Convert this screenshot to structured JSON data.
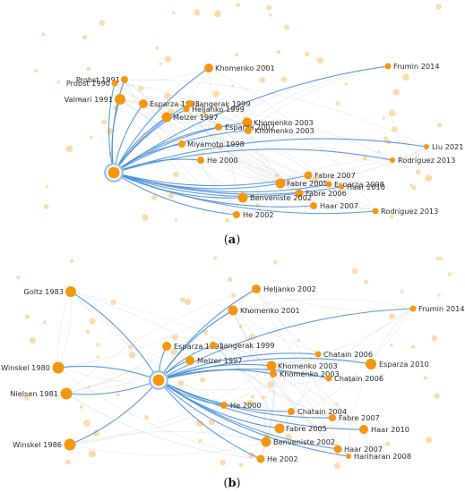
{
  "panels": [
    {
      "caption": "(a)",
      "caption_letter": "a",
      "nodes": [
        {
          "label": "Probst 1991"
        },
        {
          "label": "Probst 1990"
        },
        {
          "label": "Valmari 1991"
        },
        {
          "label": "Esparza 1993"
        },
        {
          "label": "Langerak 1999"
        },
        {
          "label": "Heljanko 1999"
        },
        {
          "label": "Melzer 1997"
        },
        {
          "label": "Khomenko 2001"
        },
        {
          "label": "Khomenko 2003"
        },
        {
          "label": "Esparza 2002"
        },
        {
          "label": "Khomenko 2003"
        },
        {
          "label": "Miyamoto 1998"
        },
        {
          "label": "He 2000"
        },
        {
          "label": "Frumin 2014"
        },
        {
          "label": "Liu 2021"
        },
        {
          "label": "Rodríguez 2013"
        },
        {
          "label": "Fabre 2007"
        },
        {
          "label": "Fabre 2005"
        },
        {
          "label": "Esparza 2008"
        },
        {
          "label": "Haar 2010"
        },
        {
          "label": "Fabre 2006"
        },
        {
          "label": "Benveniste 2002"
        },
        {
          "label": "Haar 2007"
        },
        {
          "label": "Rodríguez 2013"
        },
        {
          "label": "He 2002"
        }
      ]
    },
    {
      "caption": "(b)",
      "caption_letter": "b",
      "nodes": [
        {
          "label": "Goltz 1983"
        },
        {
          "label": "Heljanko 2002"
        },
        {
          "label": "Khomenko 2001"
        },
        {
          "label": "Frumin 2014"
        },
        {
          "label": "Esparza 1993"
        },
        {
          "label": "Langerak 1999"
        },
        {
          "label": "Melzer 1997"
        },
        {
          "label": "Winskel 1980"
        },
        {
          "label": "Chatain 2006"
        },
        {
          "label": "Khomenko 2003"
        },
        {
          "label": "Khomenko 2003"
        },
        {
          "label": "Esparza 2010"
        },
        {
          "label": "Chatain 2006"
        },
        {
          "label": "Nielsen 1981"
        },
        {
          "label": "He 2000"
        },
        {
          "label": "Chatain 2004"
        },
        {
          "label": "Fabre 2007"
        },
        {
          "label": "Fabre 2005"
        },
        {
          "label": "Haar 2010"
        },
        {
          "label": "Winskel 1986"
        },
        {
          "label": "Benveniste 2002"
        },
        {
          "label": "Haar 2007"
        },
        {
          "label": "Hariharan 2008"
        },
        {
          "label": "He 2002"
        }
      ]
    }
  ],
  "colors": {
    "node": "#f5960f",
    "node_faint": "#f9cf92",
    "edge": "#4a90d9",
    "edge_faint": "#d9dde3",
    "hub_ring": "#9ec3ee",
    "label": "#2b2b2b"
  }
}
